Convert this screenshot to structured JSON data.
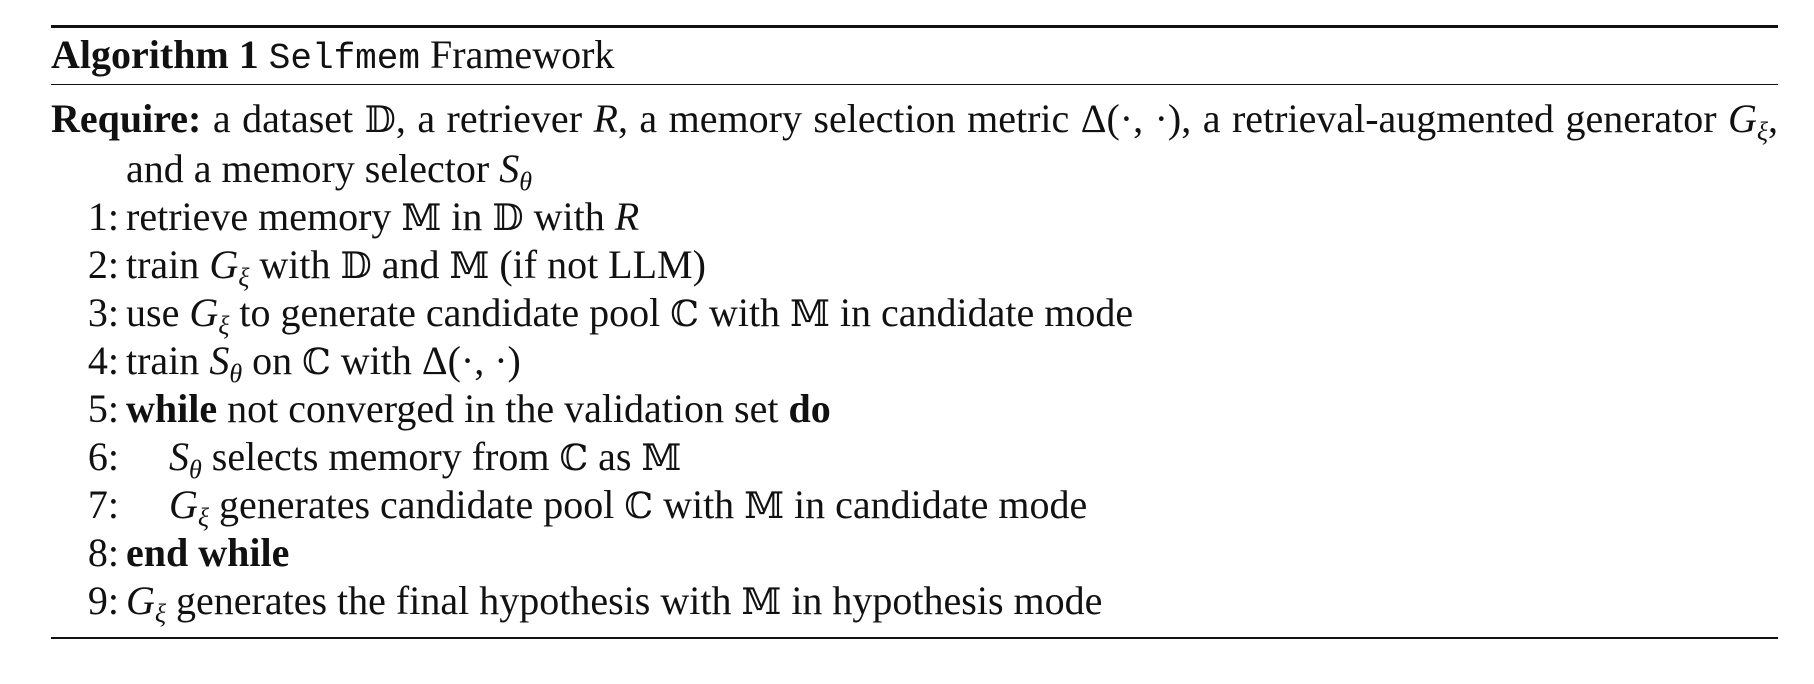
{
  "caption": {
    "label": "Algorithm 1",
    "name": "Selfmem",
    "suffix": " Framework"
  },
  "require": {
    "keyword": "Require:",
    "parts": [
      " a dataset ",
      "𝔻",
      ", a retriever ",
      "R",
      ", a memory selection metric ",
      "Δ(·, ·)",
      ", a retrieval-augmented generator ",
      "G",
      "ξ",
      ", and a memory selector ",
      "S",
      "θ"
    ]
  },
  "lines": [
    {
      "num": "1:",
      "parts": [
        "retrieve memory ",
        "𝕄",
        " in ",
        "𝔻",
        " with ",
        "R"
      ]
    },
    {
      "num": "2:",
      "parts": [
        "train ",
        "G",
        "ξ",
        " with ",
        "𝔻",
        " and ",
        "𝕄",
        " (if not LLM)"
      ]
    },
    {
      "num": "3:",
      "parts": [
        "use ",
        "G",
        "ξ",
        " to generate candidate pool ",
        "ℂ",
        " with ",
        "𝕄",
        " in candidate mode"
      ]
    },
    {
      "num": "4:",
      "parts": [
        "train ",
        "S",
        "θ",
        " on ",
        "ℂ",
        " with ",
        "Δ(·, ·)"
      ]
    },
    {
      "num": "5:",
      "parts": [
        "while",
        " not converged in the validation set ",
        "do"
      ]
    },
    {
      "num": "6:",
      "parts": [
        "S",
        "θ",
        " selects memory from ",
        "ℂ",
        " as ",
        "𝕄"
      ]
    },
    {
      "num": "7:",
      "parts": [
        "G",
        "ξ",
        " generates candidate pool ",
        "ℂ",
        " with ",
        "𝕄",
        " in candidate mode"
      ]
    },
    {
      "num": "8:",
      "parts": [
        "end while"
      ]
    },
    {
      "num": "9:",
      "parts": [
        "G",
        "ξ",
        " generates the final hypothesis with ",
        "𝕄",
        " in hypothesis mode"
      ]
    }
  ]
}
